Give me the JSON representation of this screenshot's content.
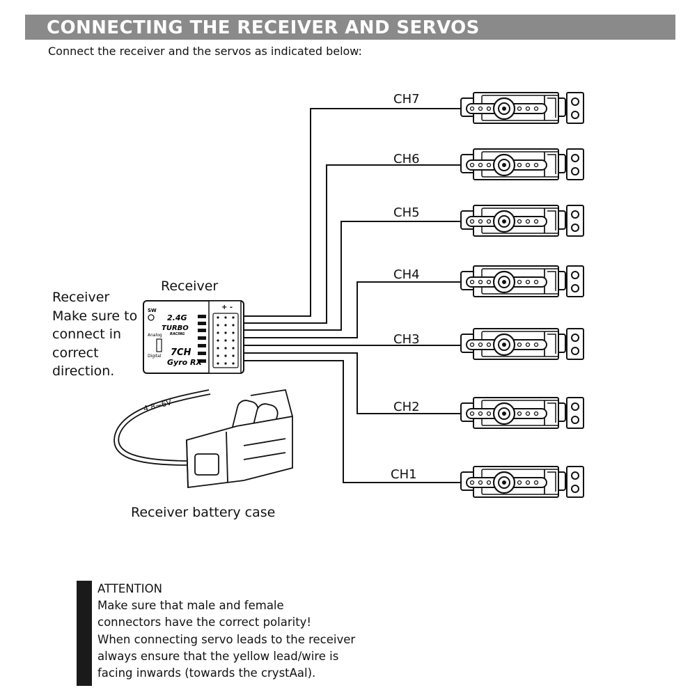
{
  "header": {
    "title": "CONNECTING THE RECEIVER AND SERVOS"
  },
  "subtitle": "Connect the receiver and the servos as indicated below:",
  "side_note": [
    "Receiver",
    "Make sure to",
    "connect in",
    "correct",
    "direction."
  ],
  "receiver": {
    "label": "Receiver",
    "markings": {
      "sw": "SW",
      "brand": "2.4G",
      "logo_line1": "TURBO",
      "logo_line2": "RACING",
      "analog": "Analog",
      "digital": "Digital",
      "model_line1": "7CH",
      "model_line2": "Gyro RX",
      "polarity": "+ -"
    }
  },
  "battery": {
    "label": "Receiver battery case",
    "voltage": "4.8~6V"
  },
  "channels": [
    {
      "label": "CH7"
    },
    {
      "label": "CH6"
    },
    {
      "label": "CH5"
    },
    {
      "label": "CH4"
    },
    {
      "label": "CH3"
    },
    {
      "label": "CH2"
    },
    {
      "label": "CH1"
    }
  ],
  "attention": {
    "title": "ATTENTION",
    "lines": [
      "Make sure that male and female",
      "connectors have the correct polarity!",
      "When connecting servo leads to the receiver",
      "always ensure that the yellow lead/wire is",
      "facing inwards (towards the crystAal)."
    ]
  }
}
